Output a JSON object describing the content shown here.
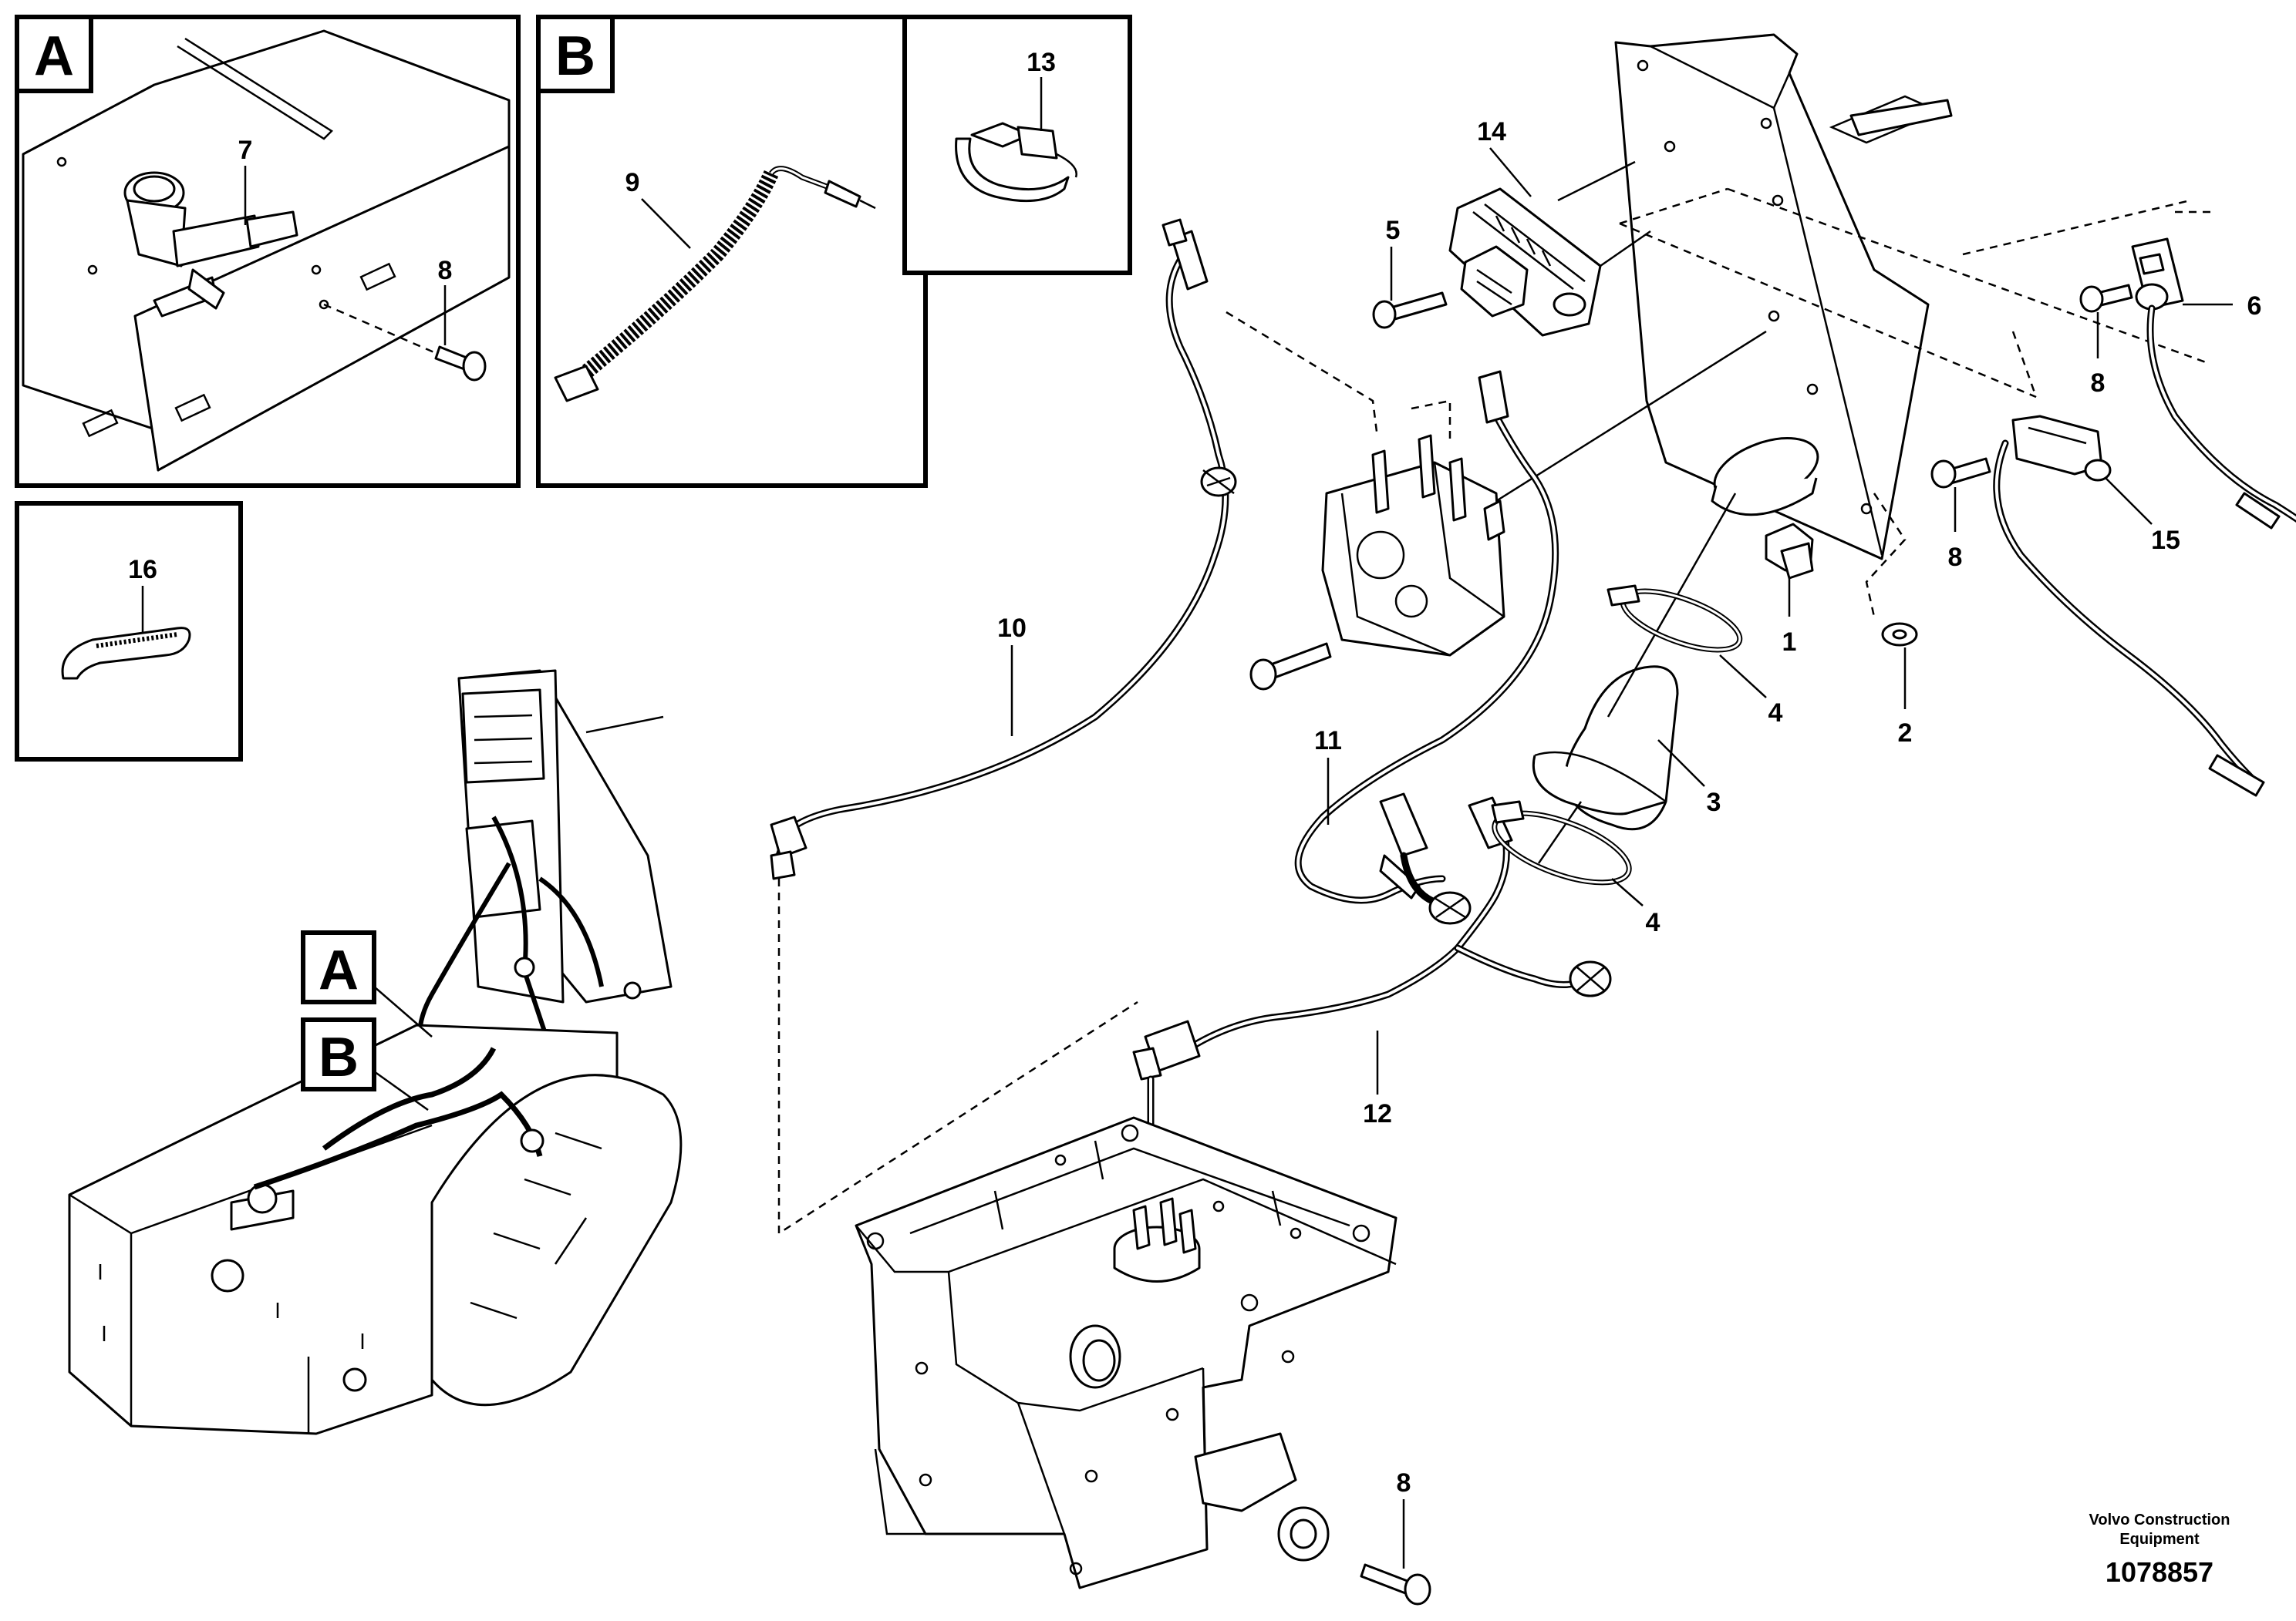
{
  "panels": {
    "a": {
      "letter": "A"
    },
    "b": {
      "letter": "B"
    }
  },
  "overview_callouts": {
    "a": "A",
    "b": "B"
  },
  "callouts": {
    "p1": "1",
    "p2": "2",
    "p3": "3",
    "p4a": "4",
    "p4b": "4",
    "p5": "5",
    "p6": "6",
    "p7": "7",
    "p8_panel_a": "8",
    "p8_right_top": "8",
    "p8_right_mid": "8",
    "p8_bottom": "8",
    "p9": "9",
    "p10": "10",
    "p11": "11",
    "p12": "12",
    "p13": "13",
    "p14": "14",
    "p15": "15",
    "p16": "16"
  },
  "footer": {
    "brand_line1": "Volvo Construction",
    "brand_line2": "Equipment",
    "drawing_number": "1078857"
  }
}
